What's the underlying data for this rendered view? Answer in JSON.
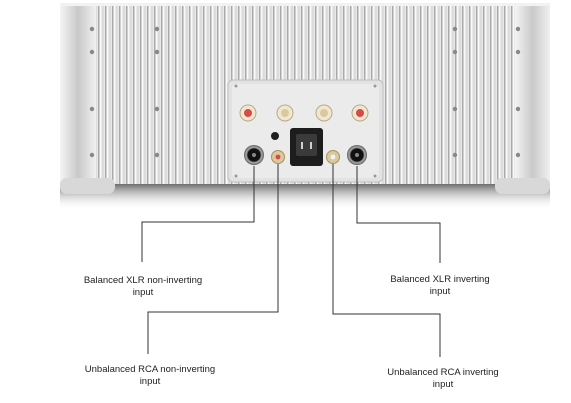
{
  "colors": {
    "chassis": "#d6d6d6",
    "fins_light": "#eeeeee",
    "fins_dark": "#b8b8b8",
    "panel": "#e4e4e4",
    "connector_red": "#d84a4a",
    "connector_gold": "#d9c9a0",
    "callout_line": "#333333",
    "text": "#222222"
  },
  "callouts": [
    {
      "id": "xlr-noninv",
      "line1": "Balanced XLR non-inverting",
      "line2": "input"
    },
    {
      "id": "xlr-inv",
      "line1": "Balanced XLR inverting",
      "line2": "input"
    },
    {
      "id": "rca-noninv",
      "line1": "Unbalanced RCA non-inverting",
      "line2": "input"
    },
    {
      "id": "rca-inv",
      "line1": "Unbalanced RCA inverting",
      "line2": "input"
    }
  ],
  "icons": [
    "xlr-connector-icon",
    "rca-connector-icon",
    "speaker-terminal-icon",
    "power-inlet-icon",
    "power-switch-icon"
  ]
}
